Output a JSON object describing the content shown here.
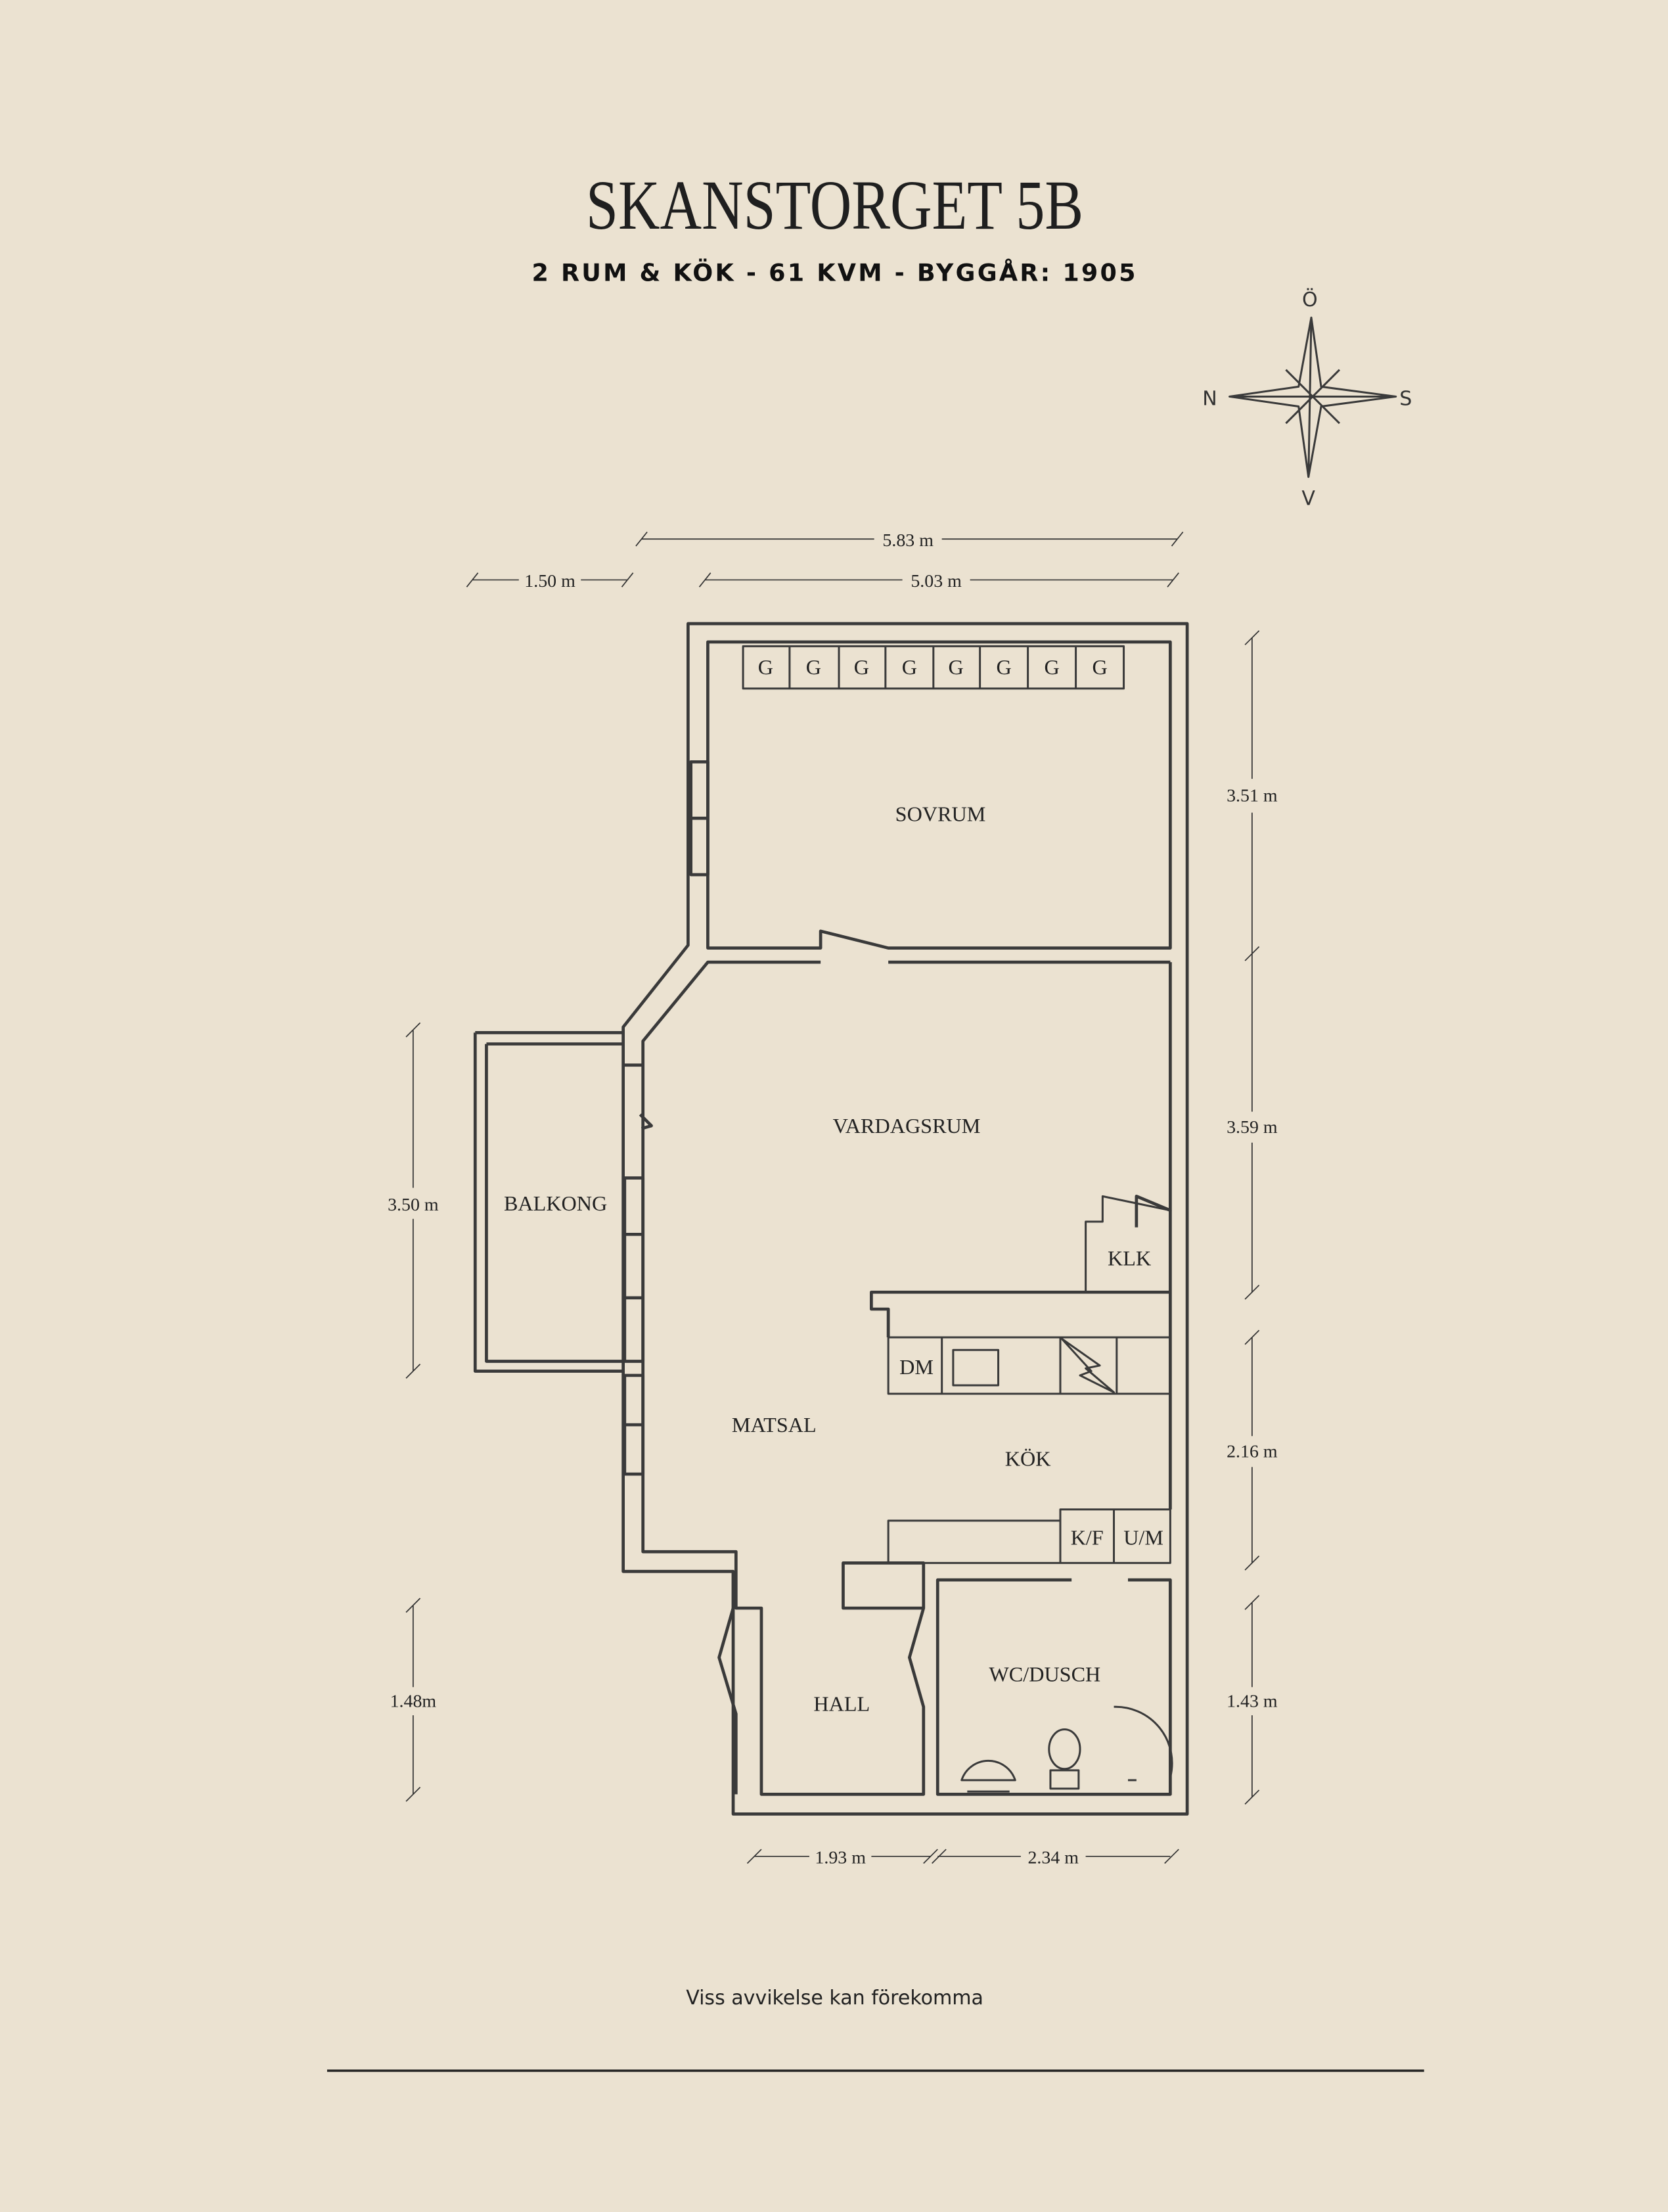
{
  "header": {
    "title": "SKANSTORGET 5B",
    "subtitle": "2 RUM & KÖK  -  61 KVM  -  BYGGÅR: 1905"
  },
  "compass": {
    "top": "Ö",
    "left": "N",
    "right": "S",
    "bottom": "V"
  },
  "rooms": {
    "sovrum": "SOVRUM",
    "vardagsrum": "VARDAGSRUM",
    "balkong": "BALKONG",
    "klk": "KLK",
    "dm": "DM",
    "matsal": "MATSAL",
    "kok": "KÖK",
    "kf": "K/F",
    "um": "U/M",
    "hall": "HALL",
    "wc": "WC/DUSCH",
    "radiator": "G"
  },
  "dimensions": {
    "top_total": "5.83 m",
    "top_balcony": "1.50 m",
    "top_inner": "5.03 m",
    "right_1": "3.51 m",
    "right_2": "3.59 m",
    "right_3": "2.16 m",
    "right_4": "1.43 m",
    "left_balcony": "3.50 m",
    "left_hall": "1.48m",
    "bottom_hall": "1.93 m",
    "bottom_wc": "2.34 m"
  },
  "footer": {
    "disclaimer": "Viss avvikelse kan förekomma"
  }
}
